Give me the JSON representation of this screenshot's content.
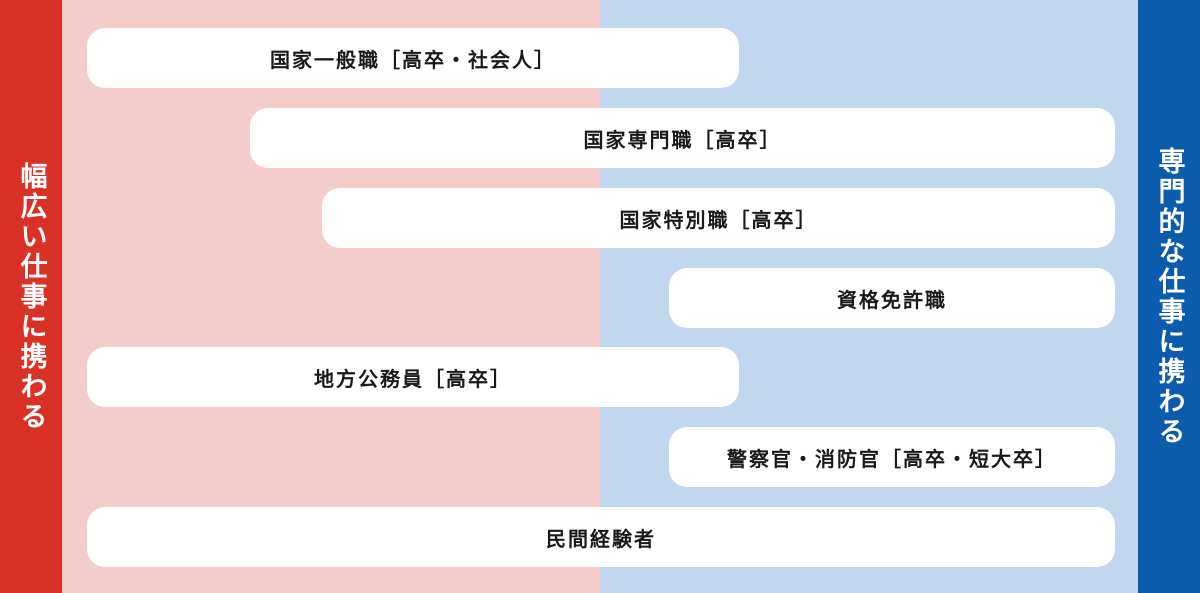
{
  "left_label": "幅広い仕事に携わる",
  "right_label": "専門的な仕事に携わる",
  "items": [
    {
      "label": "国家一般職［高卒・社会人］"
    },
    {
      "label": "国家専門職［高卒］"
    },
    {
      "label": "国家特別職［高卒］"
    },
    {
      "label": "資格免許職"
    },
    {
      "label": "地方公務員［高卒］"
    },
    {
      "label": "警察官・消防官［高卒・短大卒］"
    },
    {
      "label": "民間経験者"
    }
  ],
  "colors": {
    "left_bar": "#d93128",
    "right_bar": "#0c5bad",
    "left_bg": "#f4cccb",
    "right_bg": "#c2d7ed",
    "pill": "#ffffff",
    "text": "#1a1a1a"
  }
}
